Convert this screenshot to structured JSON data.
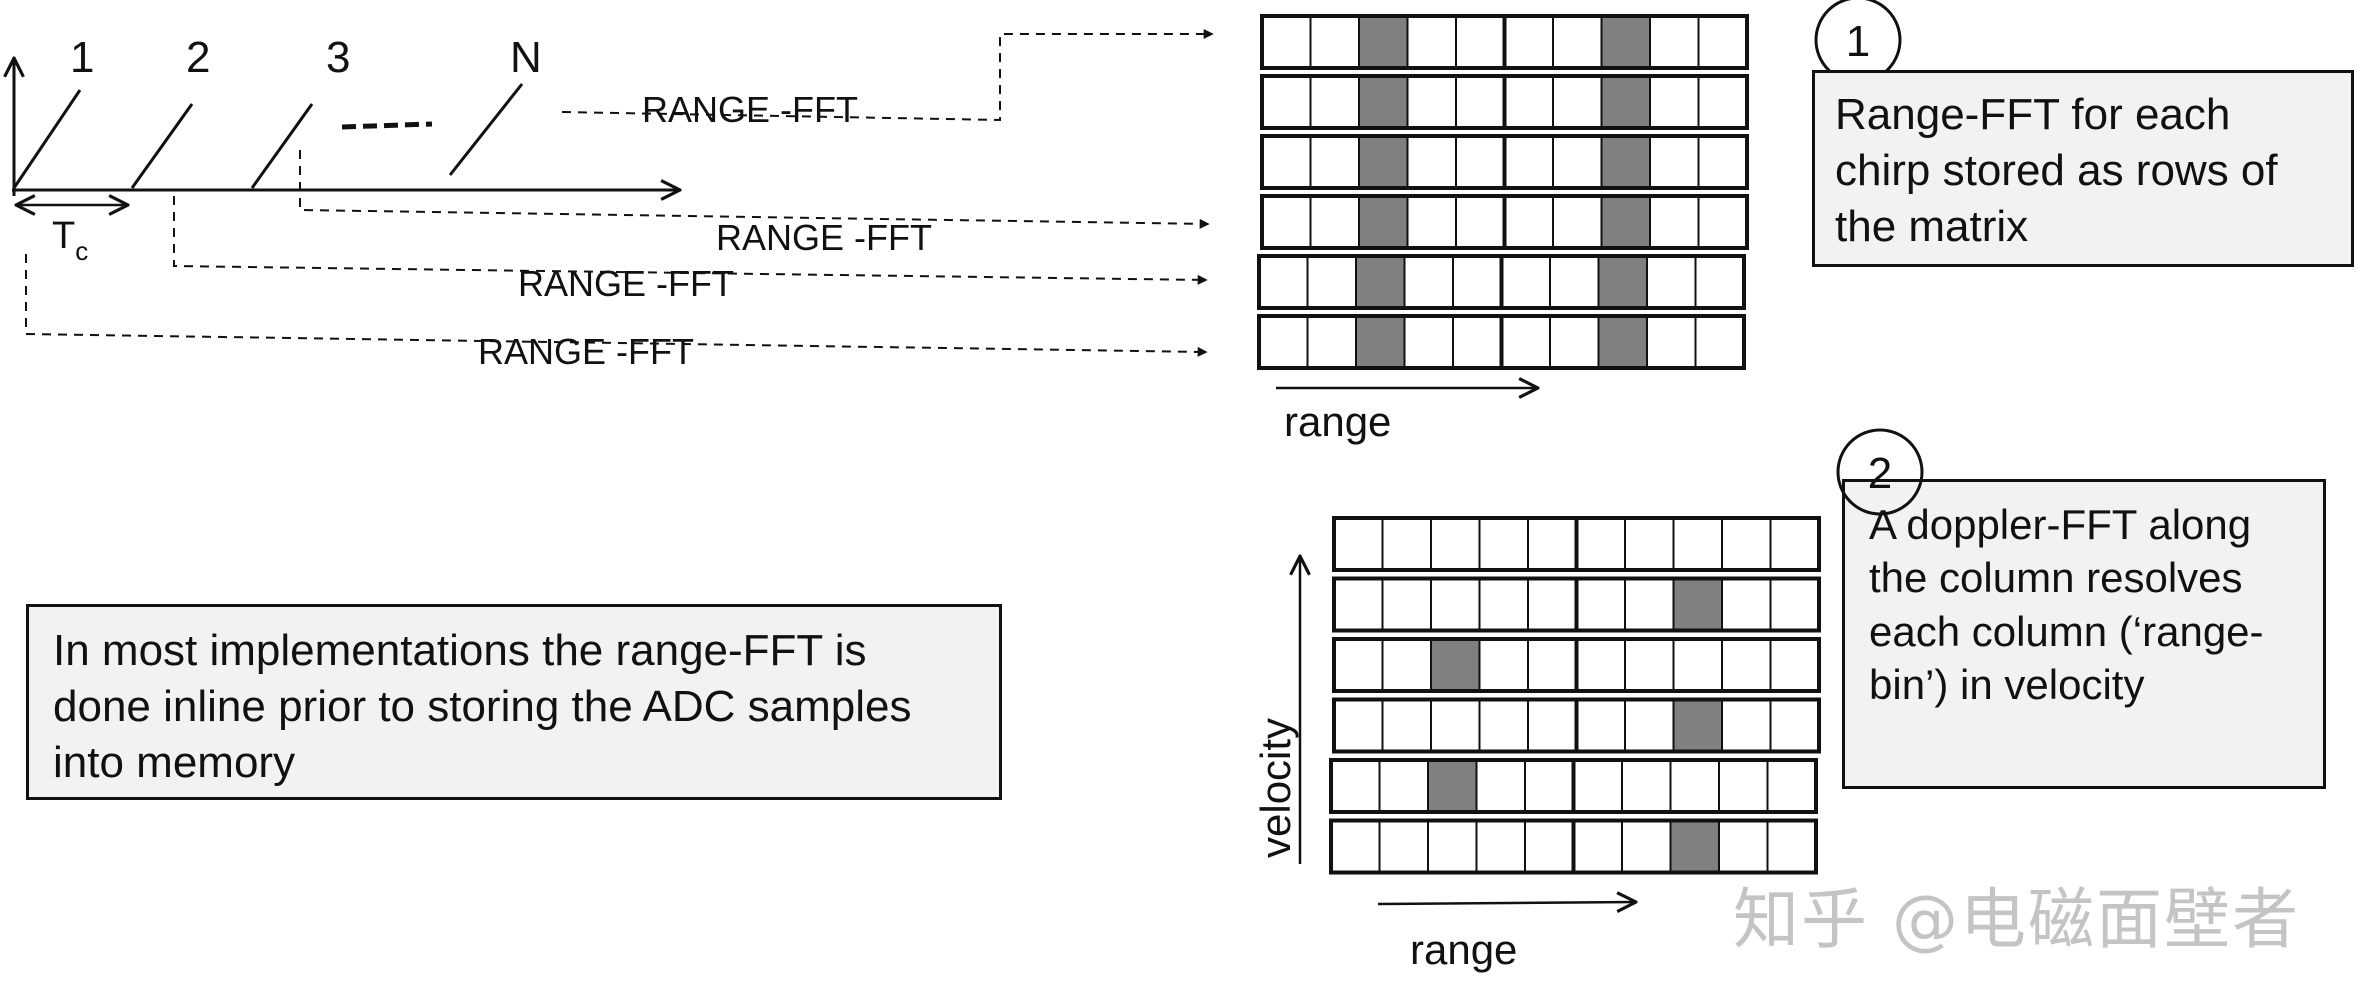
{
  "chirps": {
    "labels": [
      "1",
      "2",
      "3",
      "N"
    ],
    "period_label": "T",
    "period_sub": "c"
  },
  "fft_labels": [
    "RANGE -FFT",
    "RANGE -FFT",
    "RANGE -FFT",
    "RANGE -FFT"
  ],
  "matrix_top": {
    "rows": 6,
    "cols": 10,
    "highlight_cols": [
      2,
      7
    ],
    "x_label": "range"
  },
  "matrix_bottom": {
    "rows": 6,
    "cols": 10,
    "highlight_cells": [
      [
        1,
        7
      ],
      [
        2,
        2
      ],
      [
        3,
        7
      ],
      [
        4,
        2
      ],
      [
        5,
        7
      ]
    ],
    "x_label": "range",
    "y_label": "velocity"
  },
  "callout_1": {
    "number": "1",
    "text": "Range-FFT for each chirp stored as rows of the matrix"
  },
  "callout_2": {
    "number": "2",
    "text": "A doppler-FFT along the column resolves each column (‘range-bin’) in velocity"
  },
  "note": {
    "text": "In most implementations the range-FFT is done inline prior to storing the ADC samples into memory"
  },
  "watermark": "知乎 @电磁面壁者",
  "colors": {
    "cell_fill": "#ffffff",
    "cell_highlight": "#808080",
    "line": "#111111",
    "callout_bg": "#f2f2f2",
    "watermark": "#c4c4c4"
  }
}
